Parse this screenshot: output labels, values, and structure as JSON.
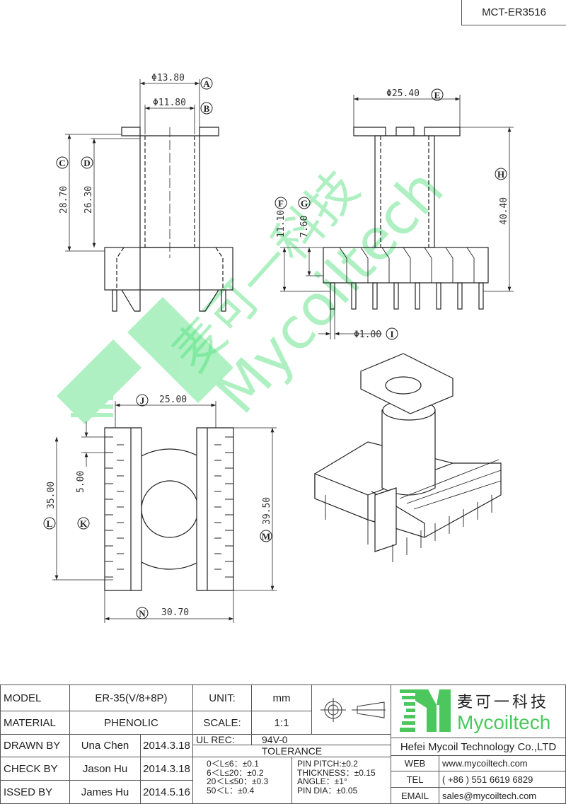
{
  "drawing_number": "MCT-ER3516",
  "dimensions": {
    "A": {
      "label": "A",
      "value": "Φ13.80"
    },
    "B": {
      "label": "B",
      "value": "Φ11.80"
    },
    "C": {
      "label": "C",
      "value": "28.70"
    },
    "D": {
      "label": "D",
      "value": "26.30"
    },
    "E": {
      "label": "E",
      "value": "Φ25.40"
    },
    "F": {
      "label": "F",
      "value": "11.10"
    },
    "G": {
      "label": "G",
      "value": "7.60"
    },
    "H": {
      "label": "H",
      "value": "40.40"
    },
    "I": {
      "label": "I",
      "value": "Φ1.00"
    },
    "J": {
      "label": "J",
      "value": "25.00"
    },
    "K": {
      "label": "K",
      "value": "5.00"
    },
    "L": {
      "label": "L",
      "value": "35.00"
    },
    "M": {
      "label": "M",
      "value": "39.50"
    },
    "N": {
      "label": "N",
      "value": "30.70"
    }
  },
  "watermark": {
    "cn": "麦可一科技",
    "en": "Mycoiltech"
  },
  "title_block": {
    "model_label": "MODEL",
    "model": "ER-35(V/8+8P)",
    "material_label": "MATERIAL",
    "material": "PHENOLIC",
    "drawn_label": "DRAWN BY",
    "drawn_name": "Una Chen",
    "drawn_date": "2014.3.18",
    "check_label": "CHECK BY",
    "check_name": "Jason Hu",
    "check_date": "2014.3.18",
    "issued_label": "ISSED BY",
    "issued_name": "James Hu",
    "issued_date": "2014.5.16",
    "unit_label": "UNIT:",
    "unit": "mm",
    "scale_label": "SCALE:",
    "scale": "1:1",
    "ul_label": "UL REC:",
    "ul": "94V-0",
    "tolerance_label": "TOLERANCE",
    "tolerances_left": [
      "0＜L≤6：±0.1",
      "6＜L≤20：±0.2",
      "20＜L≤50：±0.3",
      "50＜L：±0.4"
    ],
    "tolerances_right": [
      "PIN PITCH:±0.2",
      "THICKNESS：±0.15",
      "ANGLE：±1°",
      "PIN DIA：±0.05"
    ],
    "logo_cn": "麦可一科技",
    "logo_en": "Mycoiltech",
    "company": "Hefei Mycoil Technology Co.,LTD",
    "web_label": "WEB",
    "web": "www.mycoiltech.com",
    "tel_label": "TEL",
    "tel": "( +86 ) 551 6619 6829",
    "email_label": "EMAIL",
    "email": "sales@mycoiltech.com"
  },
  "colors": {
    "brand_green": "#4cc75e",
    "line": "#222222"
  }
}
